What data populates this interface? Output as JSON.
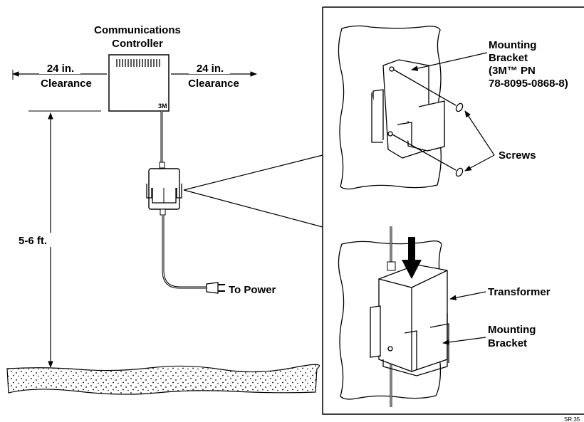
{
  "left": {
    "controller_title_line1": "Communications",
    "controller_title_line2": "Controller",
    "controller_logo": "3M",
    "clearance_left_value": "24 in.",
    "clearance_left_label": "Clearance",
    "clearance_right_value": "24 in.",
    "clearance_right_label": "Clearance",
    "height_label": "5-6 ft.",
    "power_label": "To Power"
  },
  "top_detail": {
    "bracket_line1": "Mounting",
    "bracket_line2": "Bracket",
    "bracket_line3": "(3M™ PN",
    "bracket_line4": "78-8095-0868-8)",
    "screws_label": "Screws"
  },
  "bottom_detail": {
    "transformer_label": "Transformer",
    "bracket_line1": "Mounting",
    "bracket_line2": "Bracket"
  },
  "figure_code": "SR 35"
}
